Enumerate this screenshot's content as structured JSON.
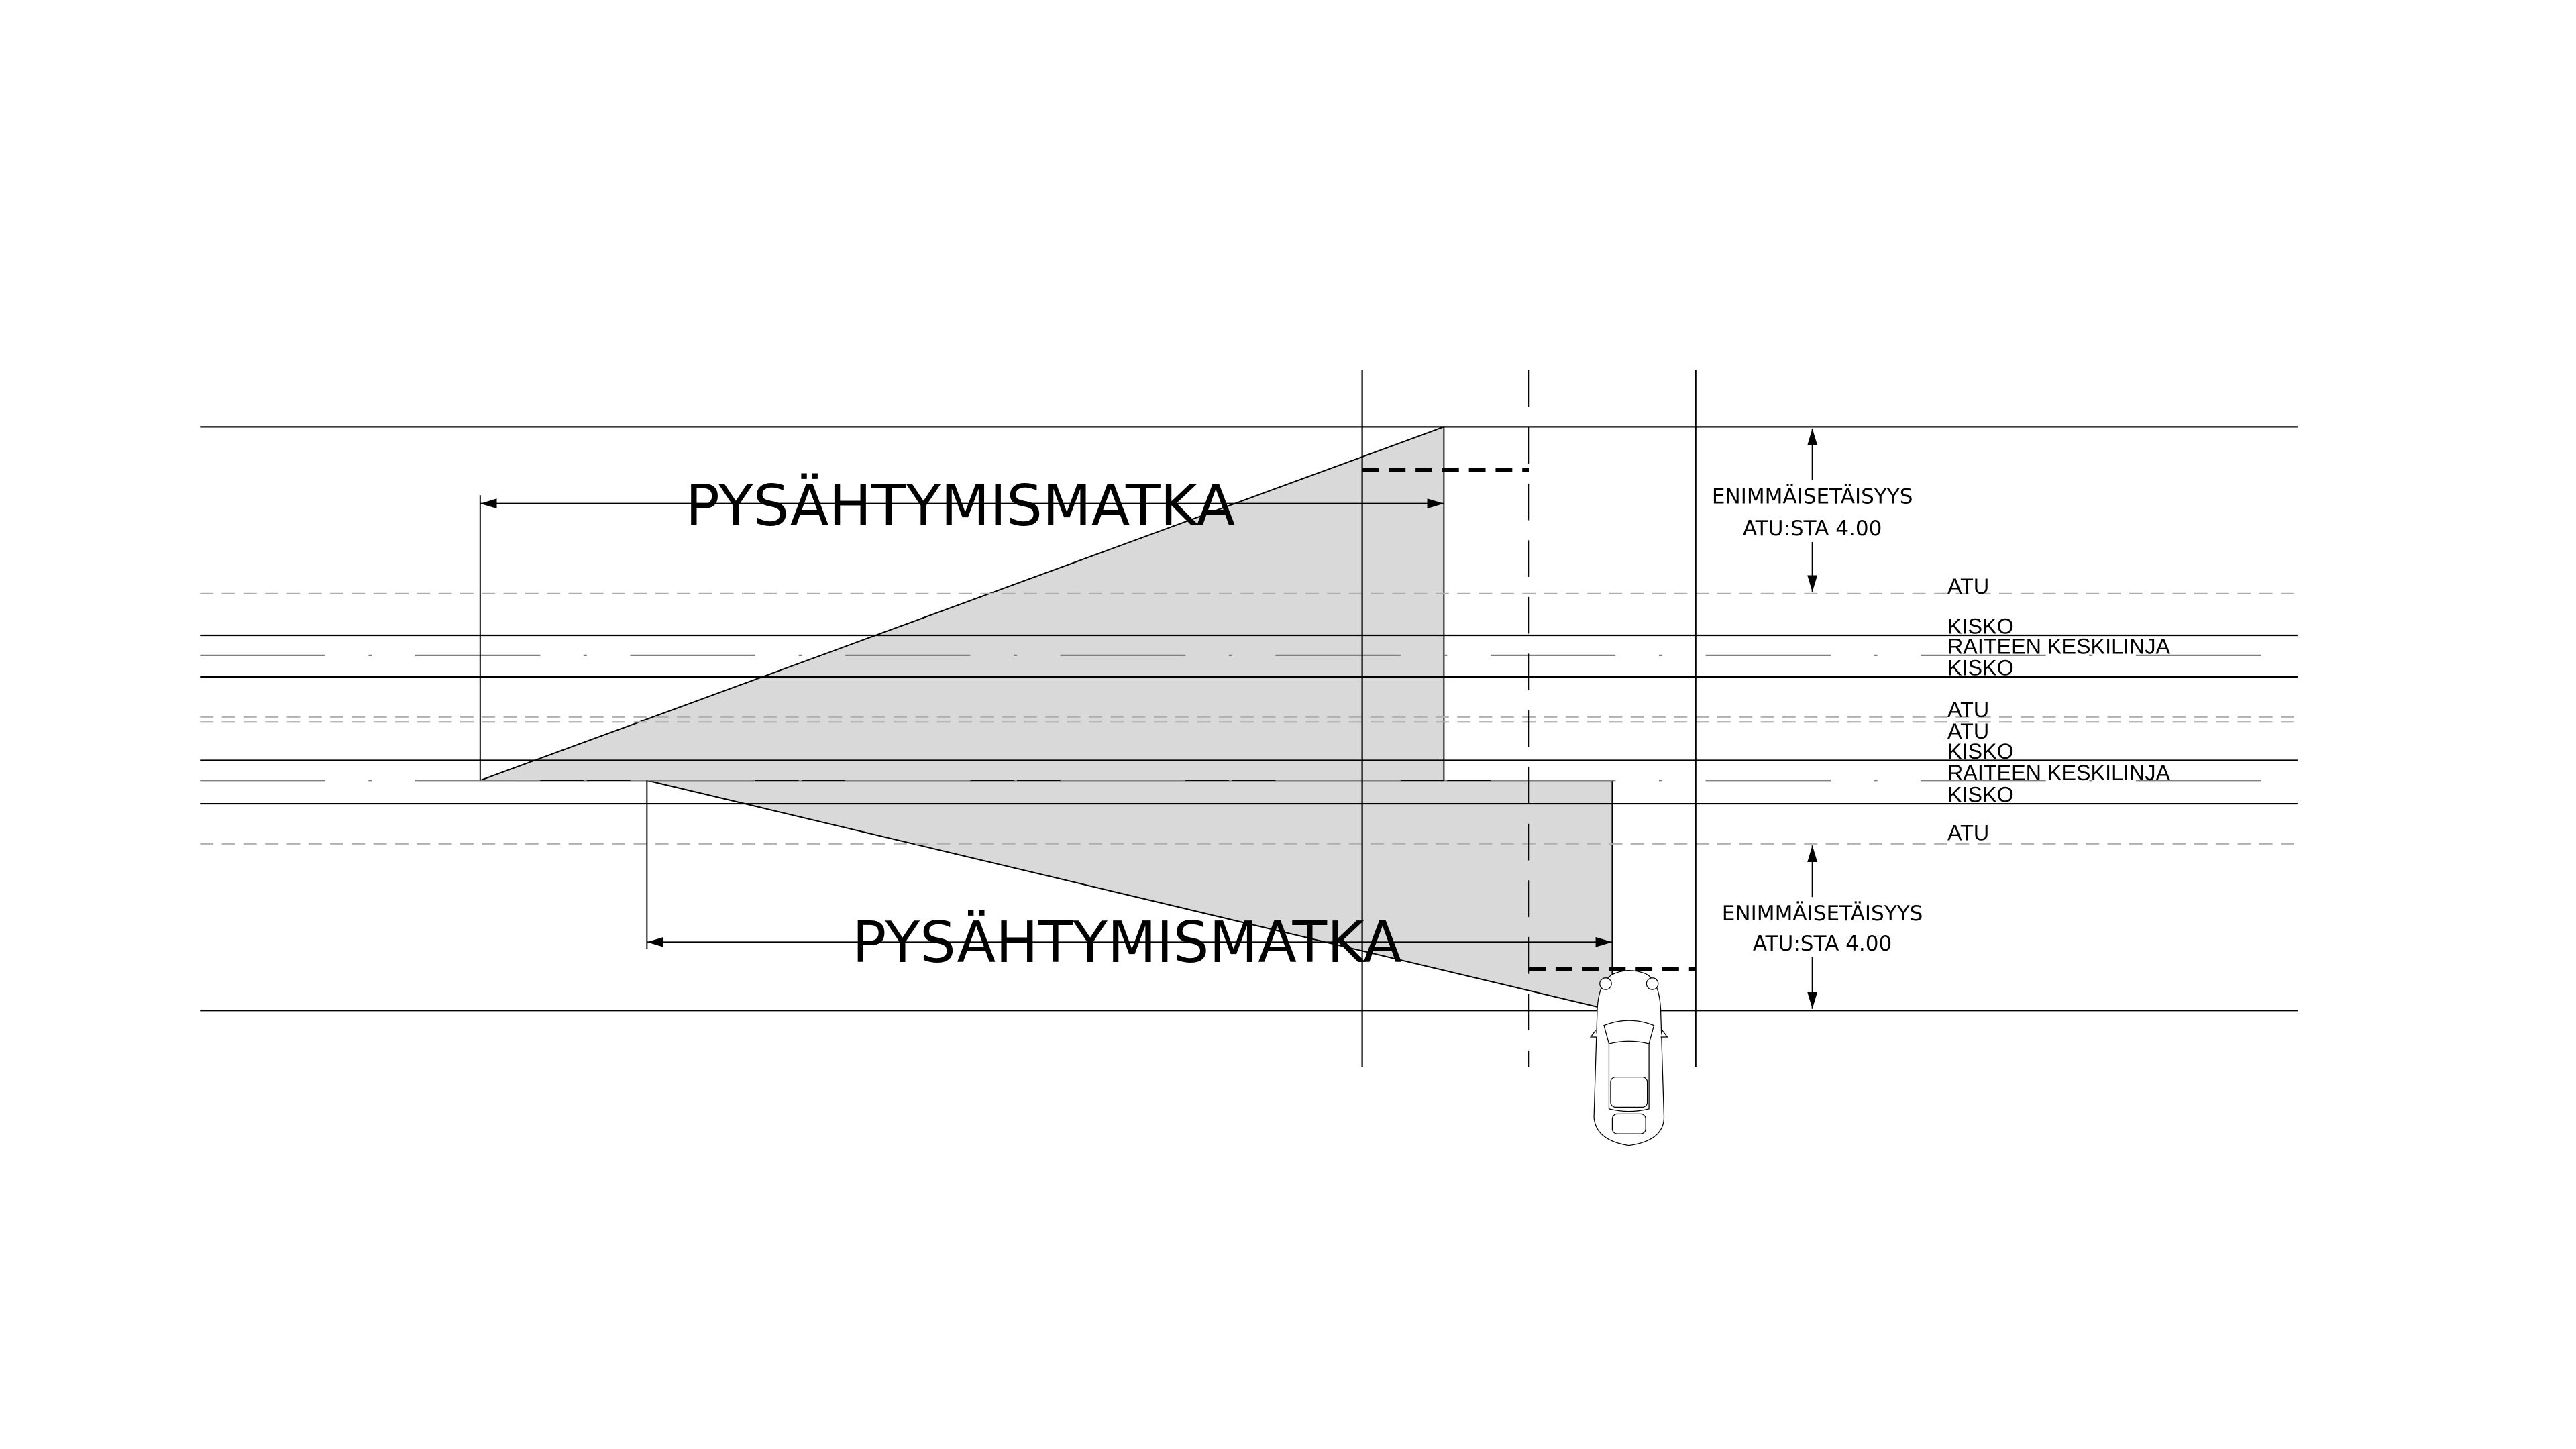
{
  "upper_dimension": {
    "label": "PYSÄHTYMISMATKA"
  },
  "lower_dimension": {
    "label": "PYSÄHTYMISMATKA"
  },
  "upper_max_distance": {
    "line1": "ENIMMÄISETÄISYYS",
    "line2": "ATU:STA 4.00"
  },
  "lower_max_distance": {
    "line1": "ENIMMÄISETÄISYYS",
    "line2": "ATU:STA 4.00"
  },
  "track_labels": [
    "ATU",
    "KISKO",
    "RAITEEN KESKILINJA",
    "KISKO",
    "ATU",
    "ATU",
    "KISKO",
    "RAITEEN KESKILINJA",
    "KISKO",
    "ATU"
  ],
  "colors": {
    "sight_area": "#d9d9d9",
    "line": "#000000",
    "atu_line": "#b0b0b0",
    "centerline": "#808080"
  }
}
